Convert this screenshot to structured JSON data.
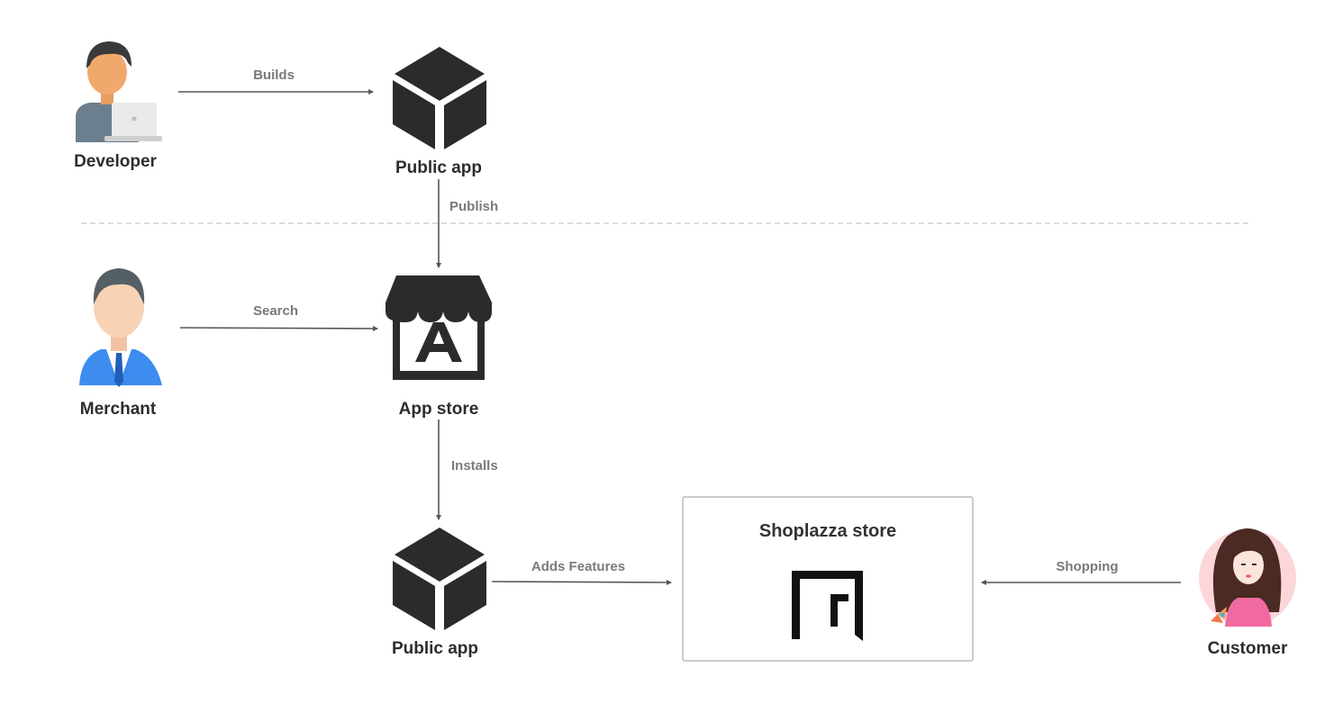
{
  "nodes": {
    "developer": {
      "label": "Developer",
      "icon": "developer-icon"
    },
    "public_app_top": {
      "label": "Public app",
      "icon": "cube-icon"
    },
    "merchant": {
      "label": "Merchant",
      "icon": "merchant-icon"
    },
    "app_store": {
      "label": "App store",
      "icon": "app-store-icon"
    },
    "public_app_bottom": {
      "label": "Public app",
      "icon": "cube-icon"
    },
    "shoplazza_store": {
      "label": "Shoplazza store",
      "icon": "shoplazza-logo-icon"
    },
    "customer": {
      "label": "Customer",
      "icon": "customer-icon"
    }
  },
  "edges": {
    "builds": {
      "label": "Builds"
    },
    "publish": {
      "label": "Publish"
    },
    "search": {
      "label": "Search"
    },
    "installs": {
      "label": "Installs"
    },
    "adds_features": {
      "label": "Adds Features"
    },
    "shopping": {
      "label": "Shopping"
    }
  },
  "colors": {
    "icon_dark": "#2b2b2b",
    "edge_line": "#555555",
    "edge_label": "#7a7a7a",
    "divider": "#c8c8c8",
    "merchant_suit": "#3d8cf0",
    "customer_bg": "#fcd6d9"
  }
}
